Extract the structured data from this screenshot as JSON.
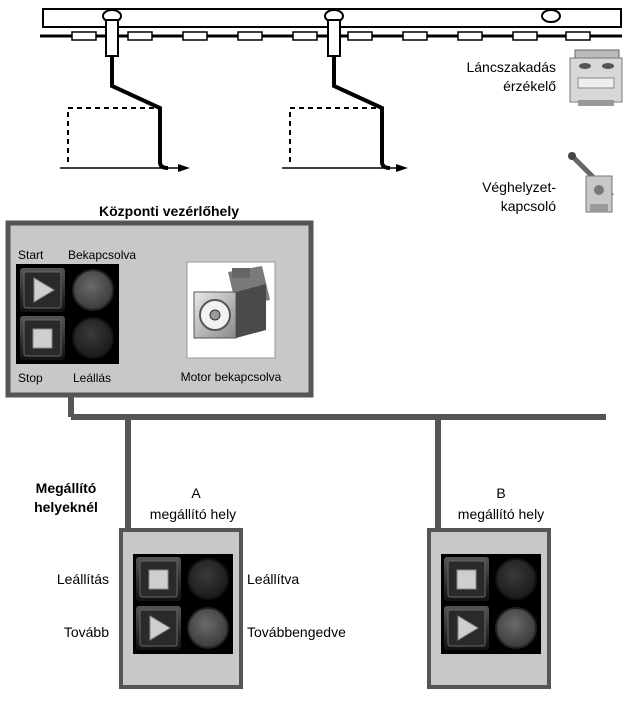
{
  "conveyor": {
    "sensors": {
      "chain_break": {
        "line1": "Láncszakadás",
        "line2": "érzékelő",
        "icon": "chain-break-sensor-icon"
      },
      "limit_switch": {
        "line1": "Véghelyzet-",
        "line2": "kapcsoló",
        "icon": "limit-switch-icon"
      }
    }
  },
  "central_panel": {
    "title": "Központi vezérlőhely",
    "start_label": "Start",
    "stop_label": "Stop",
    "engaged_label": "Bekapcsolva",
    "halt_label": "Leállás",
    "motor_label": "Motor bekapcsolva",
    "motor_icon": "motor-icon"
  },
  "stop_stations": {
    "group_title_line1": "Megállító",
    "group_title_line2": "helyeknél",
    "station_a": {
      "line1": "A",
      "line2": "megállító hely"
    },
    "station_b": {
      "line1": "B",
      "line2": "megállító hely"
    },
    "stop_label": "Leállítás",
    "stopped_label": "Leállítva",
    "continue_label": "Tovább",
    "released_label": "Továbbengedve"
  },
  "colors": {
    "panel_fill": "#c8c8c8",
    "panel_border": "#555555",
    "bus_line": "#555555",
    "lamp_fill": "#555555"
  }
}
